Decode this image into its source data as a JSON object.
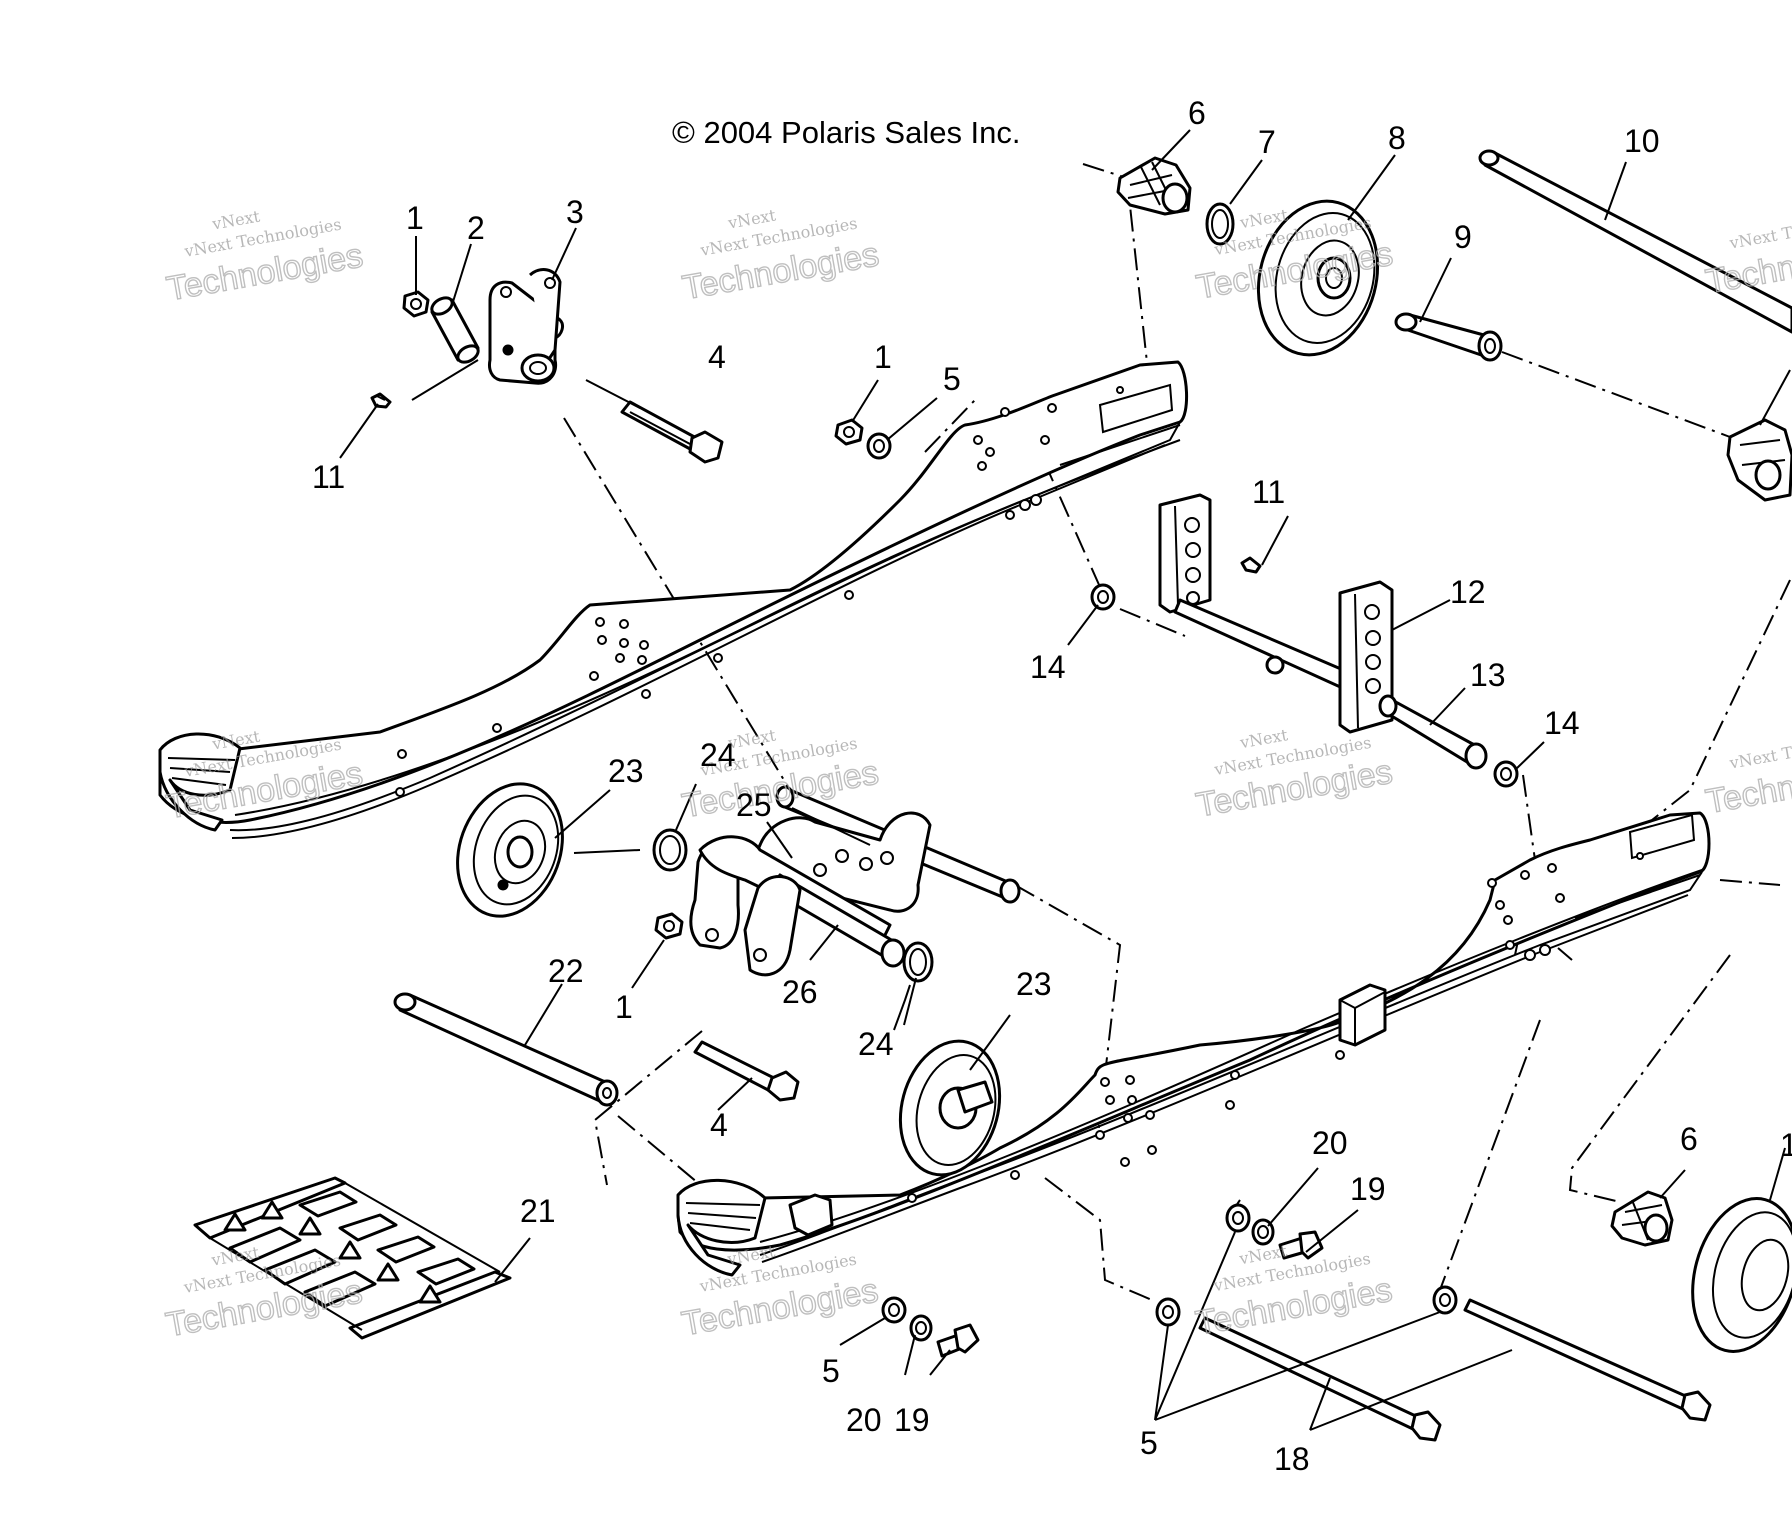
{
  "copyright": "© 2004 Polaris Sales Inc.",
  "watermark": {
    "line1": "vNext Technologies",
    "line2": "Technologies",
    "line3": "vNext"
  },
  "callouts": [
    {
      "id": "c1a",
      "label": "1"
    },
    {
      "id": "c2",
      "label": "2"
    },
    {
      "id": "c3",
      "label": "3"
    },
    {
      "id": "c4a",
      "label": "4"
    },
    {
      "id": "c1b",
      "label": "1"
    },
    {
      "id": "c5a",
      "label": "5"
    },
    {
      "id": "c11a",
      "label": "11"
    },
    {
      "id": "c6a",
      "label": "6"
    },
    {
      "id": "c7",
      "label": "7"
    },
    {
      "id": "c8",
      "label": "8"
    },
    {
      "id": "c9",
      "label": "9"
    },
    {
      "id": "c10",
      "label": "10"
    },
    {
      "id": "c11b",
      "label": "11"
    },
    {
      "id": "c12",
      "label": "12"
    },
    {
      "id": "c13",
      "label": "13"
    },
    {
      "id": "c14a",
      "label": "14"
    },
    {
      "id": "c14b",
      "label": "14"
    },
    {
      "id": "c23a",
      "label": "23"
    },
    {
      "id": "c24a",
      "label": "24"
    },
    {
      "id": "c25",
      "label": "25"
    },
    {
      "id": "c22",
      "label": "22"
    },
    {
      "id": "c1c",
      "label": "1"
    },
    {
      "id": "c26",
      "label": "26"
    },
    {
      "id": "c23b",
      "label": "23"
    },
    {
      "id": "c24b",
      "label": "24"
    },
    {
      "id": "c4b",
      "label": "4"
    },
    {
      "id": "c21",
      "label": "21"
    },
    {
      "id": "c20a",
      "label": "20"
    },
    {
      "id": "c19a",
      "label": "19"
    },
    {
      "id": "c5b",
      "label": "5"
    },
    {
      "id": "c20b",
      "label": "20"
    },
    {
      "id": "c19b",
      "label": "19"
    },
    {
      "id": "c5c",
      "label": "5"
    },
    {
      "id": "c18",
      "label": "18"
    },
    {
      "id": "c6b",
      "label": "6"
    },
    {
      "id": "c1d",
      "label": "1"
    }
  ]
}
